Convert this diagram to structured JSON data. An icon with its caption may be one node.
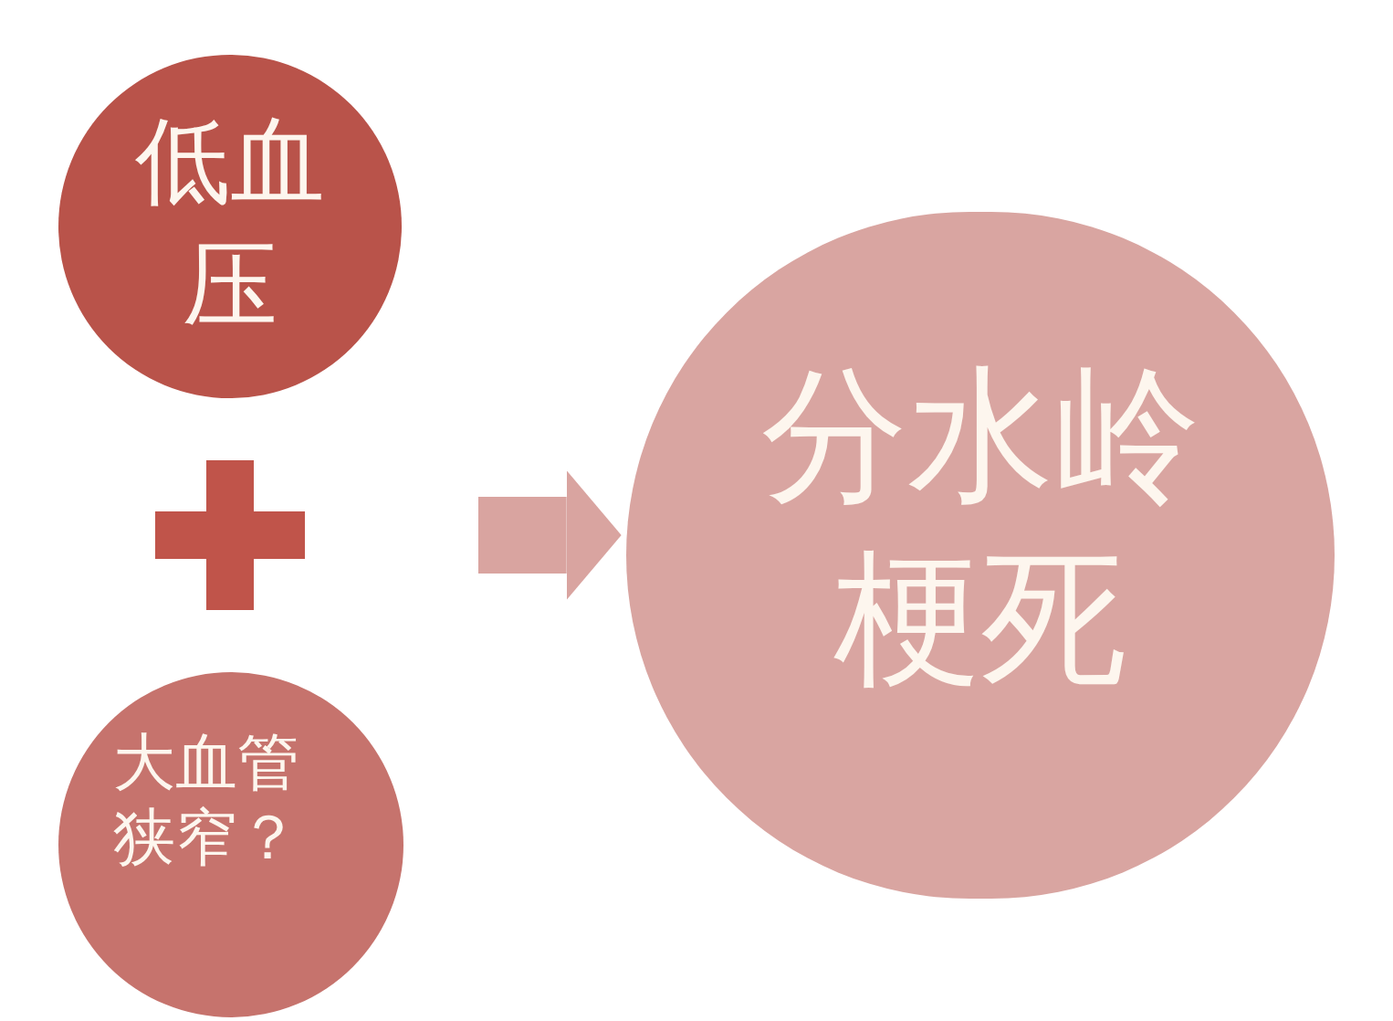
{
  "diagram": {
    "nodes": [
      {
        "text": [
          "低血压"
        ]
      },
      {
        "text": [
          "大血管狭窄？"
        ]
      },
      {
        "text": [
          "分水岭梗死"
        ]
      }
    ],
    "edges": [
      {
        "from": null,
        "to": 2,
        "arrow": "to"
      }
    ]
  }
}
